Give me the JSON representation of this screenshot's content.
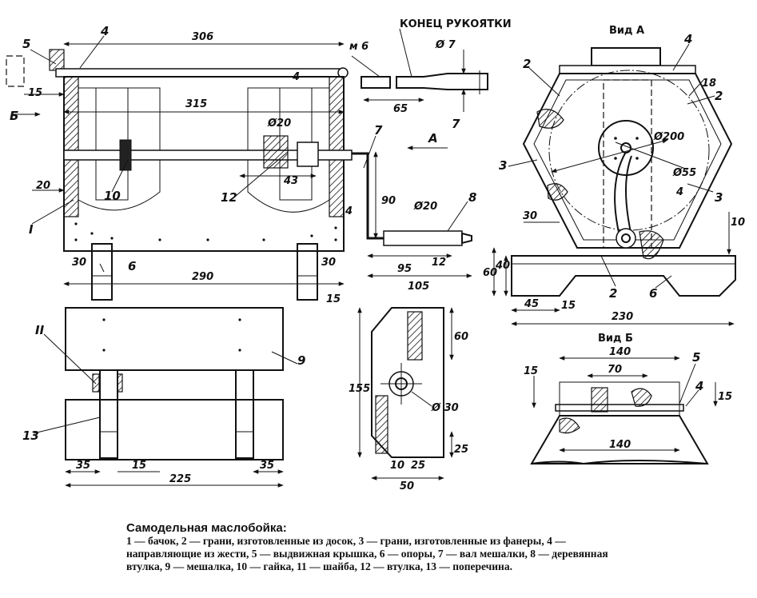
{
  "labels": {
    "handle_end": "КОНЕЦ РУКОЯТКИ",
    "view_a": "Вид А",
    "view_b": "Вид Б",
    "arrow_a": "А",
    "arrow_b": "Б",
    "m6": "м 6"
  },
  "parts": {
    "p1": "I",
    "p2": "2",
    "p3": "3",
    "p4": "4",
    "p5": "5",
    "p6": "6",
    "p7": "7",
    "p8": "8",
    "p9": "9",
    "p10": "10",
    "p11": "II",
    "p12": "12",
    "p13": "13"
  },
  "dims": {
    "d306": "306",
    "d315": "315",
    "d15a": "15",
    "d20a": "20",
    "d30a": "30",
    "d30b": "30",
    "d290": "290",
    "d15b": "15",
    "d4a": "4",
    "d4b": "4",
    "d20c": "Ø20",
    "d43": "43",
    "d90": "90",
    "d20d": "Ø20",
    "d95": "95",
    "d12": "12",
    "d105": "105",
    "d65": "65",
    "d7": "Ø 7",
    "d18": "18",
    "d200": "Ø200",
    "d55": "Ø55",
    "d4c": "4",
    "d30c": "30",
    "d40": "40",
    "d60a": "60",
    "d10a": "10",
    "d45": "45",
    "d15c": "15",
    "d230": "230",
    "d140a": "140",
    "d70": "70",
    "d15d": "15",
    "d15e": "15",
    "d140b": "140",
    "d60b": "60",
    "d155": "155",
    "d30d": "Ø 30",
    "d25a": "25",
    "d10b": "10",
    "d25b": "25",
    "d50": "50",
    "d35a": "35",
    "d15f": "15",
    "d35b": "35",
    "d225": "225"
  },
  "caption": {
    "title": "Самодельная маслобойка:",
    "text": "1 — бачок, 2 — грани, изготовленные из досок, 3 — грани, изготовленные из фанеры, 4 — направляющие из жести, 5 — выдвижная крышка, 6 — опоры, 7 — вал мешалки, 8 — деревянная втулка, 9 — мешалка, 10 — гайка, 11 — шайба, 12 — втулка, 13 — поперечина."
  }
}
